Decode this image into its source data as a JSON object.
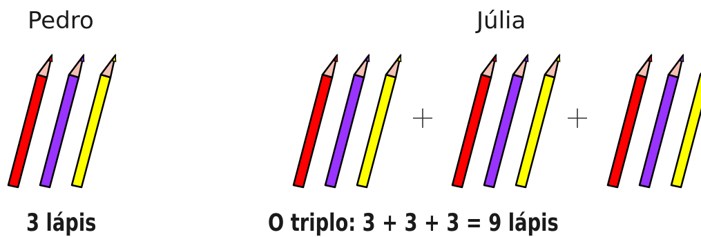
{
  "pedro": {
    "name": "Pedro",
    "caption": "3 lápis",
    "pencils_per_group": 3,
    "groups": 1
  },
  "julia": {
    "name": "Júlia",
    "caption": "O triplo: 3 + 3 + 3 = 9 lápis",
    "pencils_per_group": 3,
    "groups": 3,
    "operator": "+"
  },
  "colors": {
    "red": "#ff0000",
    "purple": "#9933ff",
    "yellow": "#ffff00",
    "tip": "#f4c0b4",
    "outline": "#000000"
  },
  "icons": [
    "red-pencil-icon",
    "purple-pencil-icon",
    "yellow-pencil-icon",
    "plus-sign"
  ]
}
